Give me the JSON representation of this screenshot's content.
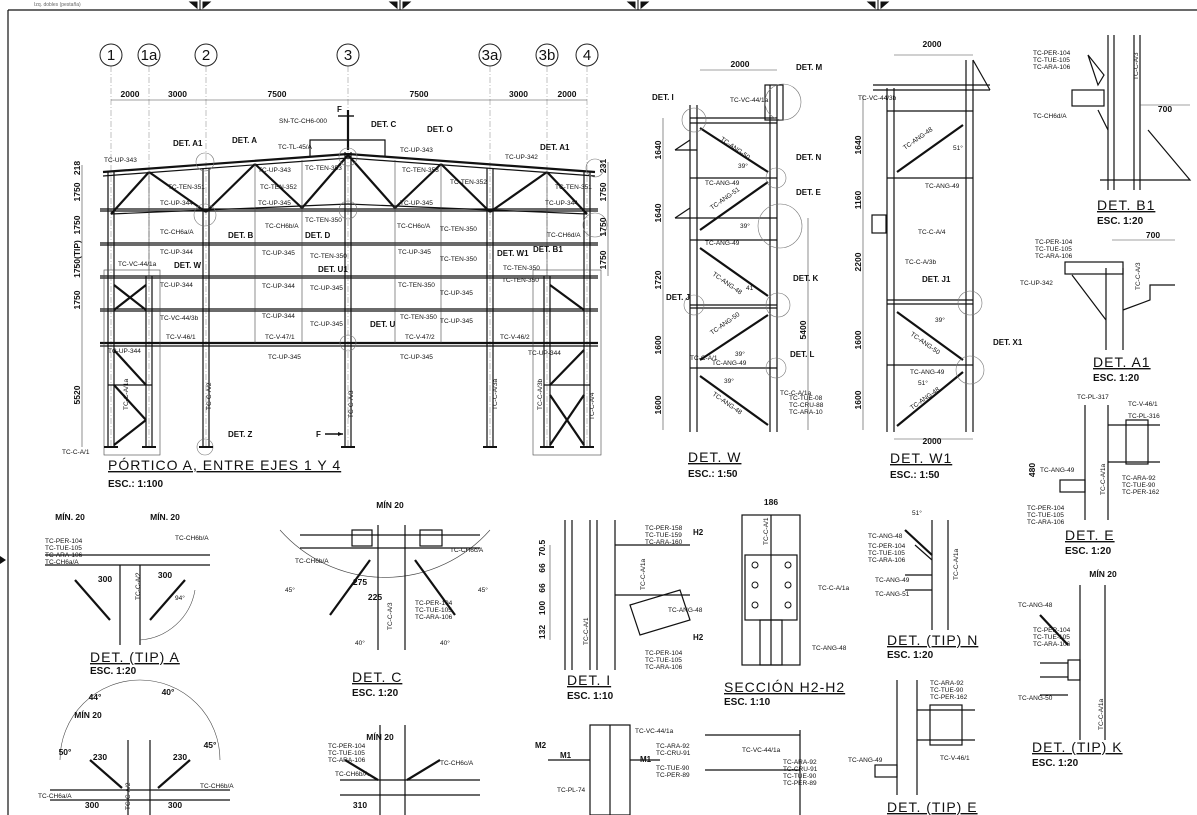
{
  "sheet": {
    "header_note": "Izq. dobles (pestaña)"
  },
  "portico": {
    "axes": [
      "1",
      "1a",
      "2",
      "3",
      "3a",
      "3b",
      "4"
    ],
    "spans": [
      "2000",
      "3000",
      "7500",
      "7500",
      "3000",
      "2000"
    ],
    "left_dims": [
      "218",
      "1750",
      "1750",
      "1750(TIP)",
      "1750",
      "5520"
    ],
    "right_dims": [
      "231",
      "1750",
      "1750",
      "1750"
    ],
    "section_ref": "SN-TC-CH6-000",
    "section_mark": "F",
    "details": [
      "DET. A1",
      "DET. A",
      "DET. C",
      "DET. O",
      "DET. A1",
      "DET. B",
      "DET. D",
      "DET. W",
      "DET. U1",
      "DET. B1",
      "DET. W1",
      "DET. U",
      "DET. Z"
    ],
    "tags": [
      "TC-UP-343",
      "TC-TL-45/A",
      "TC-UP-343",
      "TC-TEN-353",
      "TC-UP-343",
      "TC-TEN-353",
      "TC-UP-342",
      "TC-TEN-351",
      "TC-TEN-352",
      "TC-TEN-352",
      "TC-TEN-351",
      "TC-UP-344",
      "TC-UP-345",
      "TC-UP-345",
      "TC-UP-344",
      "TC-CH6a/A",
      "TC-CH6b/A",
      "TC-TEN-350",
      "TC-CH6c/A",
      "TC-TEN-350",
      "TC-CH6d/A",
      "TC-UP-344",
      "TC-UP-345",
      "TC-TEN-350",
      "TC-UP-345",
      "TC-TEN-350",
      "TC-VC-44/1a",
      "TC-UP-344",
      "TC-UP-344",
      "TC-UP-345",
      "TC-TEN-350",
      "TC-UP-345",
      "TC-TEN-350",
      "TC-VC-44/3b",
      "TC-UP-344",
      "TC-UP-345",
      "TC-TEN-350",
      "TC-UP-345",
      "TC-TEN-350",
      "TC-V-46/1",
      "TC-V-47/1",
      "TC-V-47/2",
      "TC-V-46/2",
      "TC-UP-344",
      "TC-UP-345",
      "TC-UP-345",
      "TC-UP-344",
      "TC-C-A/1",
      "TC-C-A/1a",
      "TC-C-A/2",
      "TC-C-A/3",
      "TC-C-A/3a",
      "TC-C-A/3b",
      "TC-C-A/4"
    ],
    "title": "PÓRTICO A, ENTRE EJES 1 Y 4",
    "scale": "ESC.: 1:100"
  },
  "det_w": {
    "dims": [
      "2000",
      "1640",
      "1640",
      "1720",
      "1600",
      "1600",
      "5400"
    ],
    "details": [
      "DET. M",
      "DET. I",
      "DET. N",
      "DET. E",
      "DET. J",
      "DET. K",
      "DET. L"
    ],
    "tags": [
      "TC-VC-44/1a",
      "TC-ANG-50",
      "TC-ANG-49",
      "TC-ANG-51",
      "TC-ANG-49",
      "TC-ANG-48",
      "TC-ANG-50",
      "TC-ANG-49",
      "TC-ANG-48",
      "TC-C-A/1",
      "TC-C-A/1a",
      "TC-TUE-08",
      "TC-CRU-88",
      "TC-ARA-10"
    ],
    "angles": [
      "39°",
      "39°",
      "41°",
      "39°",
      "39°"
    ],
    "title": "DET. W",
    "scale": "ESC.: 1:50"
  },
  "det_w1": {
    "dims": [
      "2000",
      "1640",
      "1160",
      "2200",
      "1600",
      "1600",
      "2000"
    ],
    "details": [
      "DET. J1",
      "DET. X1"
    ],
    "tags": [
      "TC-VC-44/3b",
      "TC-ANG-48",
      "TC-ANG-49",
      "TC-C-A/4",
      "TC-C-A/3b",
      "TC-ANG-50",
      "TC-ANG-49",
      "TC-ANG-48"
    ],
    "angles": [
      "51°",
      "39°",
      "51°"
    ],
    "title": "DET. W1",
    "scale": "ESC.: 1:50"
  },
  "det_b1": {
    "tags": [
      "TC-PER-104",
      "TC-TUE-105",
      "TC-ARA-106",
      "TC-CH6d/A",
      "TC-C-A/3"
    ],
    "dim": "700",
    "title": "DET. B1",
    "scale": "ESC. 1:20"
  },
  "det_a1": {
    "tags": [
      "TC-PER-104",
      "TC-TUE-105",
      "TC-ARA-106",
      "TC-UP-342",
      "TC-C-A/3"
    ],
    "dim": "700",
    "title": "DET. A1",
    "scale": "ESC. 1:20"
  },
  "det_e": {
    "tags": [
      "TC-PL-317",
      "TC-V-46/1",
      "TC-PL-316",
      "TC-ANG-49",
      "TC-C-A/1a",
      "TC-ARA-92",
      "TC-TUE-90",
      "TC-PER-162",
      "TC-PER-104",
      "TC-TUE-105",
      "TC-ARA-106"
    ],
    "dim": "480",
    "title": "DET. E",
    "scale": "ESC. 1:20"
  },
  "det_tip_a": {
    "dims": [
      "MÍN. 20",
      "MÍN. 20",
      "300",
      "300"
    ],
    "angle": "94°",
    "tags": [
      "TC-PER-104",
      "TC-TUE-105",
      "TC-ARA-106",
      "TC-CH6a/A",
      "TC-CH6b/A",
      "TC-C-A/2"
    ],
    "title": "DET. (TIP) A",
    "scale": "ESC. 1:20"
  },
  "det_c": {
    "dims": [
      "MÍN 20",
      "275",
      "225"
    ],
    "angles": [
      "45°",
      "45°",
      "40°",
      "40°"
    ],
    "tags": [
      "TC-CH6b/A",
      "TC-CH6c/A",
      "TC-C-A/3",
      "TC-PER-104",
      "TC-TUE-105",
      "TC-ARA-106"
    ],
    "title": "DET. C",
    "scale": "ESC. 1:20"
  },
  "det_i": {
    "dims": [
      "132",
      "100",
      "66",
      "66",
      "70.5"
    ],
    "marks": [
      "H2",
      "H2"
    ],
    "tags": [
      "TC-PER-158",
      "TC-TUE-159",
      "TC-ARA-160",
      "TC-C-A/1a",
      "TC-C-A/1",
      "TC-ANG-48",
      "TC-PER-104",
      "TC-TUE-105",
      "TC-ARA-106"
    ],
    "title": "DET. I",
    "scale": "ESC. 1:10"
  },
  "sec_h2": {
    "dim": "186",
    "tags": [
      "TC-C-A/1",
      "TC-C-A/1a",
      "TC-ANG-48"
    ],
    "title": "SECCIÓN H2-H2",
    "scale": "ESC. 1:10"
  },
  "det_tip_n": {
    "angle": "51°",
    "tags": [
      "TC-ANG-48",
      "TC-PER-104",
      "TC-TUE-105",
      "TC-ARA-106",
      "TC-ANG-49",
      "TC-ANG-51",
      "TC-C-A/1a"
    ],
    "title": "DET. (TIP) N",
    "scale": "ESC. 1:20"
  },
  "det_tip_k": {
    "dim": "MÍN 20",
    "tags": [
      "TC-ANG-48",
      "TC-PER-104",
      "TC-TUE-105",
      "TC-ARA-106",
      "TC-ANG-50",
      "TC-C-A/1a"
    ],
    "title": "DET. (TIP) K",
    "scale": "ESC. 1:20"
  },
  "det_tip_e": {
    "tags": [
      "TC-ARA-92",
      "TC-TUE-90",
      "TC-PER-162",
      "TC-ANG-49",
      "TC-V-46/1"
    ],
    "title": "DET. (TIP) E"
  },
  "det_lower_left": {
    "dims": [
      "MÍN 20",
      "44°",
      "40°",
      "50°",
      "45°",
      "230",
      "230",
      "300",
      "300"
    ],
    "tags": [
      "TC-CH6a/A",
      "TC-CH6b/A",
      "TC-C-A/2"
    ]
  },
  "det_lower_mid": {
    "dims": [
      "MÍN 20",
      "310"
    ],
    "tags": [
      "TC-PER-104",
      "TC-TUE-105",
      "TC-ARA-106",
      "TC-CH6b/A",
      "TC-CH6c/A"
    ]
  },
  "det_m": {
    "marks": [
      "M2",
      "M1",
      "M1"
    ],
    "tags": [
      "TC-VC-44/1a",
      "TC-ARA-92",
      "TC-CRU-91",
      "TC-TUE-90",
      "TC-PER-89",
      "TC-PL-74"
    ]
  },
  "det_misc": {
    "tags": [
      "TC-VC-44/1a",
      "TC-ARA-92",
      "TC-CRU-91",
      "TC-TUE-90",
      "TC-PER-89"
    ]
  }
}
